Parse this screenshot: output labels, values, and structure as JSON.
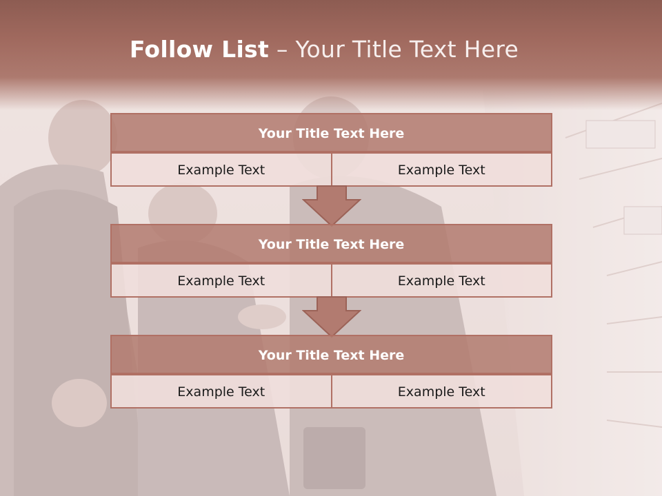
{
  "slide": {
    "title_bold": "Follow List",
    "title_separator": " – ",
    "title_rest": "Your Title Text Here"
  },
  "blocks": [
    {
      "title": "Your Title Text Here",
      "left": "Example Text",
      "right": "Example Text"
    },
    {
      "title": "Your Title Text Here",
      "left": "Example Text",
      "right": "Example Text"
    },
    {
      "title": "Your Title Text Here",
      "left": "Example Text",
      "right": "Example Text"
    }
  ],
  "colors": {
    "header": "#a0695e",
    "block_title": "#b27b70",
    "cell_fill": "#f0dedb",
    "border": "#b07064"
  },
  "icons": [
    "down-arrow-icon",
    "down-arrow-icon"
  ]
}
